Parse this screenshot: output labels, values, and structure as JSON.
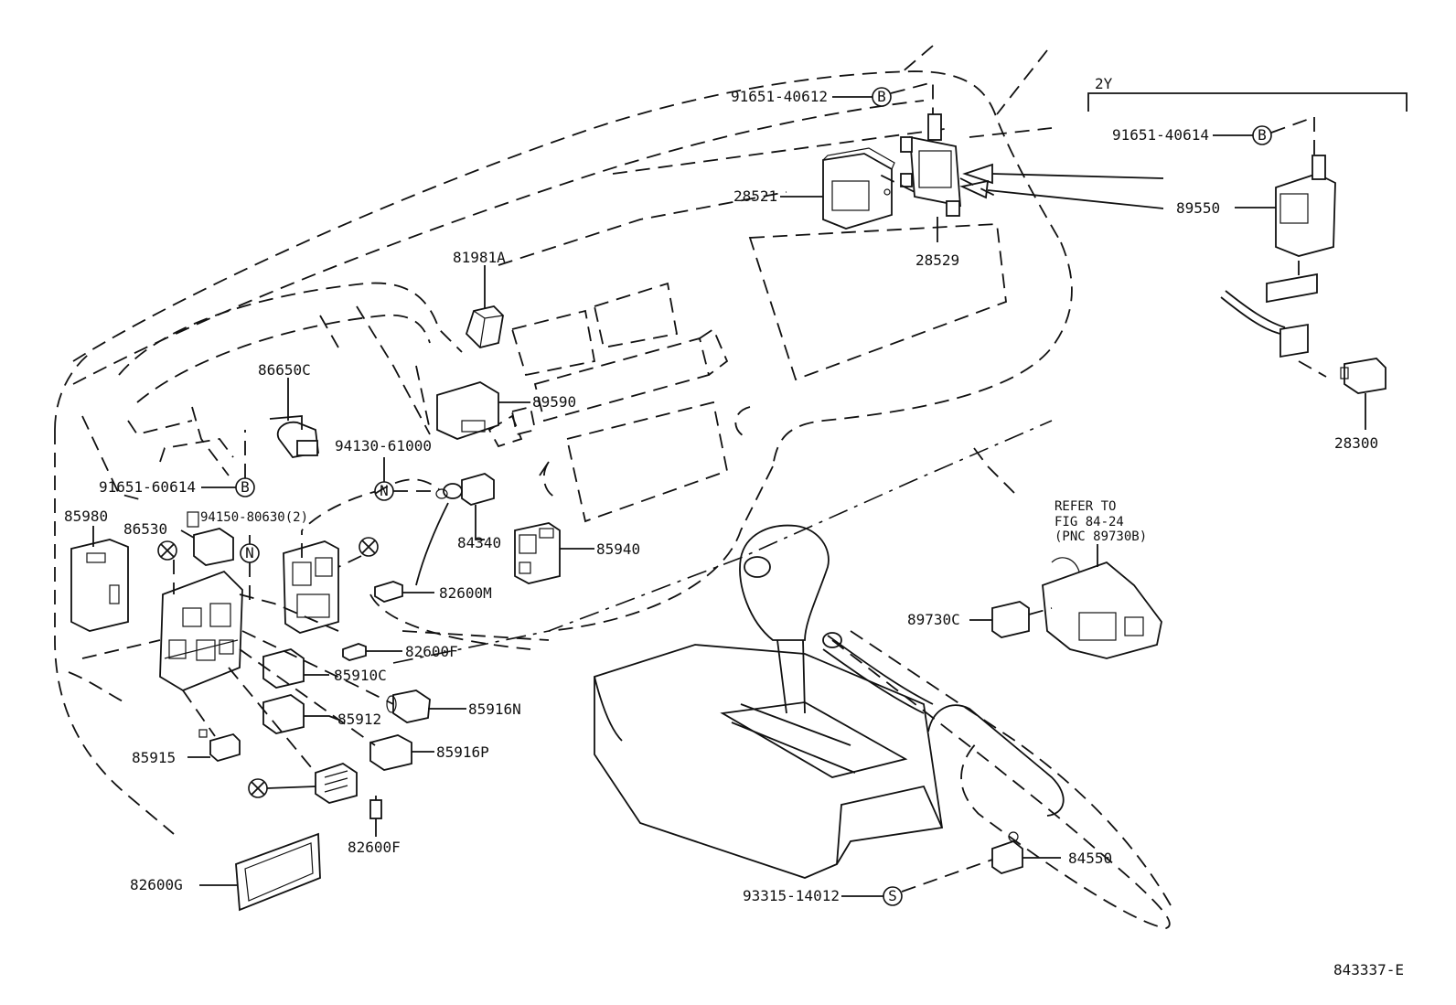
{
  "callouts": {
    "p91651_40612": "91651-40612",
    "p91651_40614": "91651-40614",
    "p91651_60614": "91651-60614",
    "p28521": "28521",
    "p28529": "28529",
    "p89550": "89550",
    "p81981a": "81981A",
    "p86650c": "86650C",
    "p89590": "89590",
    "p94130_61000": "94130-61000",
    "p94150_80630": "94150-80630(2)",
    "p85980": "85980",
    "p86530": "86530",
    "p84340": "84340",
    "p85940": "85940",
    "p82600m": "82600M",
    "p82600f_a": "82600F",
    "p85910c": "85910C",
    "p85916n": "85916N",
    "p85912": "85912",
    "p85916p": "85916P",
    "p85915": "85915",
    "p82600f_b": "82600F",
    "p82600g": "82600G",
    "p28300": "28300",
    "p89730c": "89730C",
    "p84550": "84550",
    "p93315_14012": "93315-14012"
  },
  "variant_label": "2Y",
  "refer_note": {
    "line1": "REFER TO",
    "line2": "FIG 84-24",
    "line3": "(PNC 89730B)"
  },
  "symbols": {
    "bolt": "B",
    "nut": "N",
    "screw": "S"
  },
  "figure_id": "843337-E"
}
